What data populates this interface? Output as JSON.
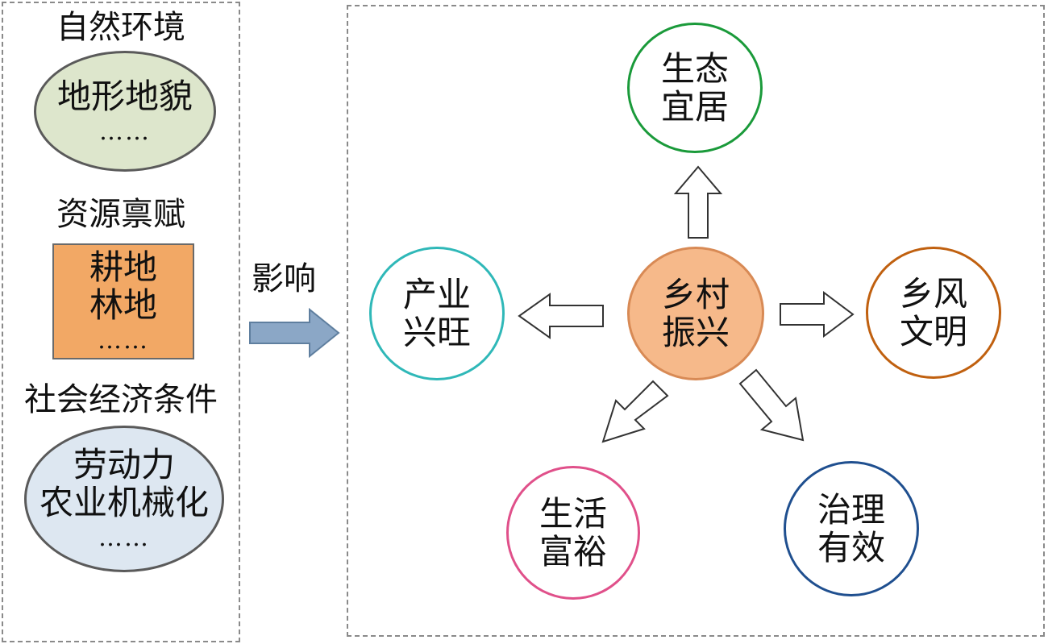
{
  "left_panel": {
    "natural_env": {
      "title": "自然环境",
      "item": "地形地貌",
      "ellipsis": "……"
    },
    "resource": {
      "title": "资源禀赋",
      "line1": "耕地",
      "line2": "林地",
      "ellipsis": "……"
    },
    "socio_econ": {
      "title": "社会经济条件",
      "line1": "劳动力",
      "line2": "农业机械化",
      "ellipsis": "……"
    }
  },
  "influence_label": "影响",
  "center": {
    "line1": "乡村",
    "line2": "振兴"
  },
  "goals": {
    "ecology": {
      "line1": "生态",
      "line2": "宜居",
      "color": "#1a9a3a"
    },
    "industry": {
      "line1": "产业",
      "line2": "兴旺",
      "color": "#2fb8b8"
    },
    "culture": {
      "line1": "乡风",
      "line2": "文明",
      "color": "#c0600f"
    },
    "life": {
      "line1": "生活",
      "line2": "富裕",
      "color": "#e0508a"
    },
    "governance": {
      "line1": "治理",
      "line2": "有效",
      "color": "#1f4f8f"
    }
  },
  "colors": {
    "ellipse_green": "#dde6cc",
    "box_orange": "#f2a865",
    "ellipse_blue": "#dde7f1",
    "center_fill": "#f6b98a",
    "arrow_blue": "#8ba7c6"
  }
}
